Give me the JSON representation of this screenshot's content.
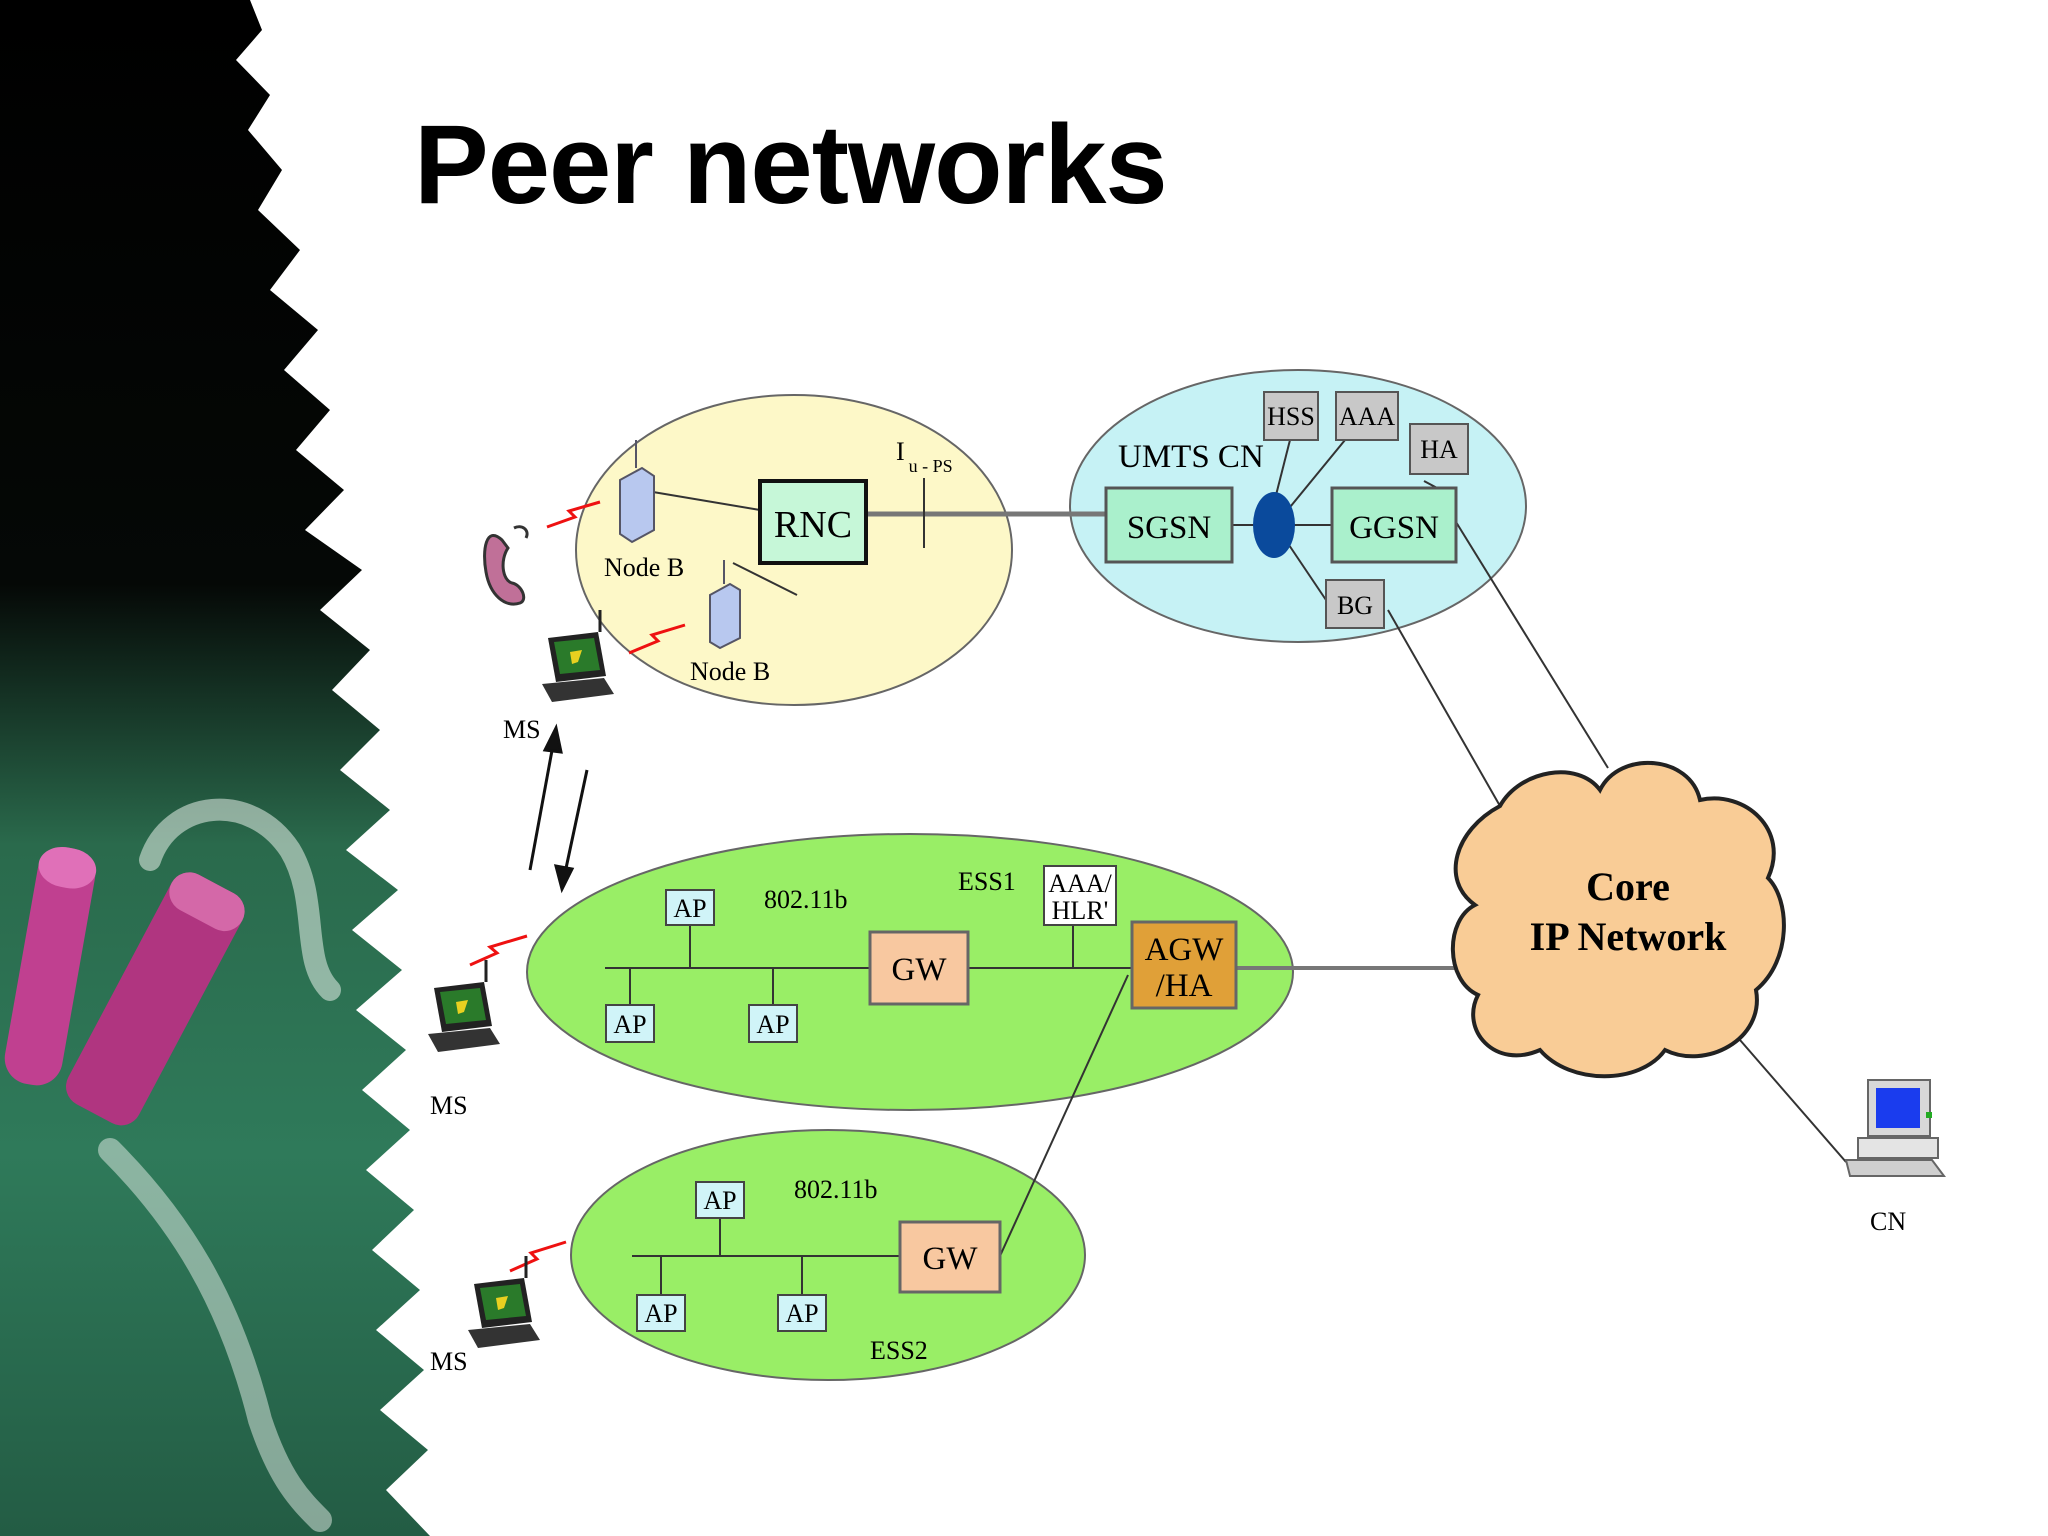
{
  "slide": {
    "title": "Peer networks"
  },
  "diagram": {
    "umts_ran": {
      "interface_label_main": "I",
      "interface_label_sub": "u - PS",
      "rnc": "RNC",
      "node_b_1": "Node B",
      "node_b_2": "Node B"
    },
    "umts_cn": {
      "title": "UMTS CN",
      "sgsn": "SGSN",
      "ggsn": "GGSN",
      "hss": "HSS",
      "aaa": "AAA",
      "ha": "HA",
      "bg": "BG"
    },
    "ess1": {
      "standard": "802.11b",
      "name": "ESS1",
      "aaa_hlr_line1": "AAA/",
      "aaa_hlr_line2": "HLR'",
      "gw": "GW",
      "agw_line1": "AGW",
      "agw_line2": "/HA",
      "ap_1": "AP",
      "ap_2": "AP",
      "ap_3": "AP"
    },
    "ess2": {
      "standard": "802.11b",
      "name": "ESS2",
      "gw": "GW",
      "ap_1": "AP",
      "ap_2": "AP",
      "ap_3": "AP"
    },
    "core": {
      "line1": "Core",
      "line2": "IP Network"
    },
    "terminals": {
      "ms_1": "MS",
      "ms_2": "MS",
      "ms_3": "MS",
      "cn": "CN"
    }
  },
  "colors": {
    "umts_ran_fill": "#fdf8c8",
    "umts_cn_fill": "#c6f2f5",
    "wlan_fill": "#99ee66",
    "node_fill": "#aaf0cc",
    "rnc_fill": "#c6f7d8",
    "gw_fill": "#f8c8a0",
    "agw_fill": "#e0a038",
    "gray_box_fill": "#c8c8c8",
    "ap_fill": "#d0f4f8",
    "cloud_fill": "#f9cc96",
    "hub_fill": "#0a4a9c",
    "radio_link": "#ee1111"
  }
}
